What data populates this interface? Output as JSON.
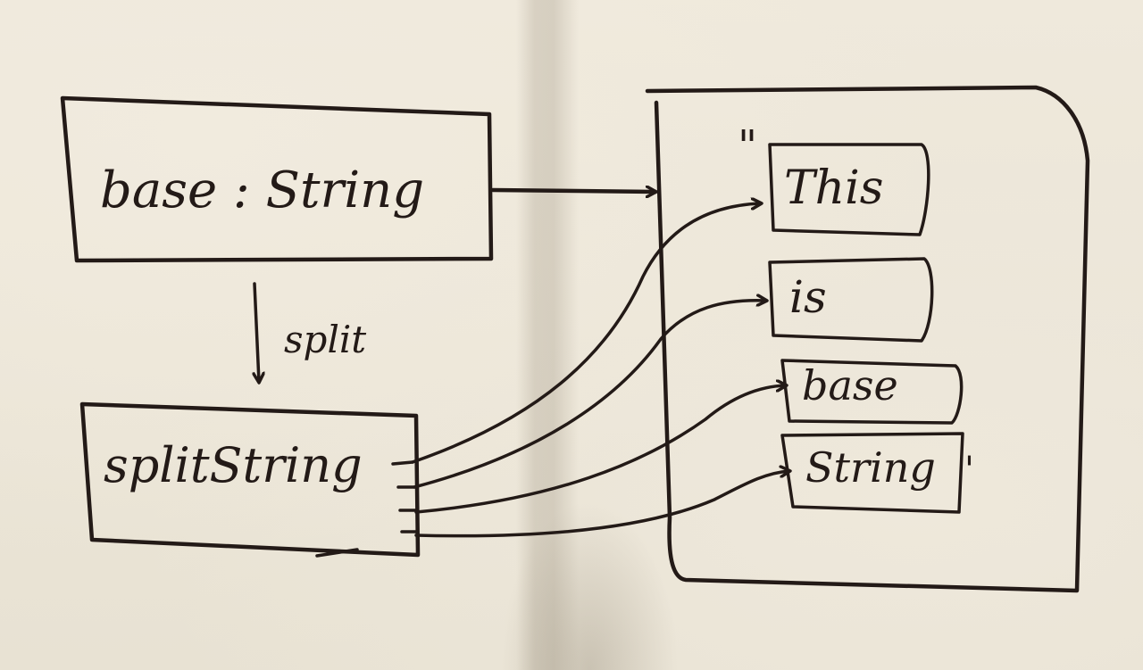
{
  "base_box": {
    "label": "base : String"
  },
  "split_edge": {
    "label": "split"
  },
  "split_box": {
    "label": "splitString"
  },
  "array": {
    "open_quote": "\"",
    "close_quote": "'",
    "items": [
      {
        "label": "This"
      },
      {
        "label": "is"
      },
      {
        "label": "base"
      },
      {
        "label": "String"
      }
    ]
  },
  "ink_color": "#231a17",
  "paper_color": "#ece6d8"
}
